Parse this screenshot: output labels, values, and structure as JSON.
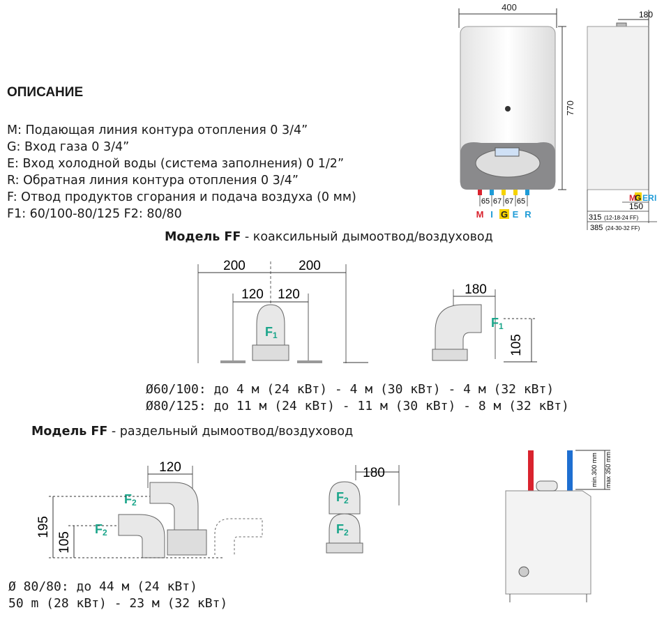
{
  "description": {
    "heading": "ОПИСАНИЕ",
    "lines": [
      "M: Подающая линия контура отопления 0 3/4”",
      "G: Вход газа 0 3/4”",
      "E: Вход холодной воды (система заполнения) 0 1/2”",
      "R: Обратная линия контура отопления 0 3/4”",
      "F: Отвод продуктов сгорания и подача воздуха (0 мм)",
      "F1: 60/100-80/125 F2: 80/80"
    ]
  },
  "boiler_front": {
    "width_dim": "400",
    "height_dim": "770",
    "pipe_spacing": [
      "65",
      "67",
      "67",
      "65"
    ],
    "pipe_letters": [
      "M",
      "I",
      "G",
      "E",
      "R"
    ],
    "pipe_colors": [
      "#d9232e",
      "#1e9bd7",
      "#f5d300",
      "#f5d300",
      "#1e9bd7"
    ]
  },
  "boiler_side": {
    "depth_dim": "180",
    "offset_dim": "150",
    "depth_small": "315",
    "depth_small_note": "(12-18-24 FF)",
    "depth_large": "385",
    "depth_large_note": "(24-30-32 FF)",
    "pipe_letters": [
      "M",
      "G",
      "E",
      "R",
      "I"
    ]
  },
  "coaxial": {
    "title_bold": "Модель FF",
    "title_rest": " - коаксильный дымоотвод/воздуховод",
    "dim_left": "200",
    "dim_right": "200",
    "dim_inner_left": "120",
    "dim_inner_right": "120",
    "flue_label": "F",
    "flue_sub": "1",
    "side_dim_horizontal": "180",
    "side_dim_vertical": "105",
    "spec_lines": [
      "Ø60/100: до 4 м (24 кВт) - 4 м (30 кВт) - 4 м (32 кВт)",
      "Ø80/125: до 11 м (24 кВт) - 11 м (30 кВт) - 8 м (32 кВт)"
    ]
  },
  "separate": {
    "title_bold": "Модель FF",
    "title_rest": " - раздельный дымоотвод/воздуховод",
    "dim_top": "120",
    "dim_195": "195",
    "dim_105": "105",
    "flue_label": "F",
    "flue_sub": "2",
    "dim_front": "180",
    "clearance_min": "min.300 mm",
    "clearance_max": "max 350 mm",
    "spec_lines": [
      "Ø 80/80: до 44 м (24 кВт)",
      "50 m (28 кВт) - 23 м (32 кВт)"
    ]
  },
  "colors": {
    "flue_label": "#1aa58a",
    "hot_pipe": "#d9232e",
    "cold_pipe": "#1e6fd1",
    "boiler_panel": "#8a8a8c"
  }
}
